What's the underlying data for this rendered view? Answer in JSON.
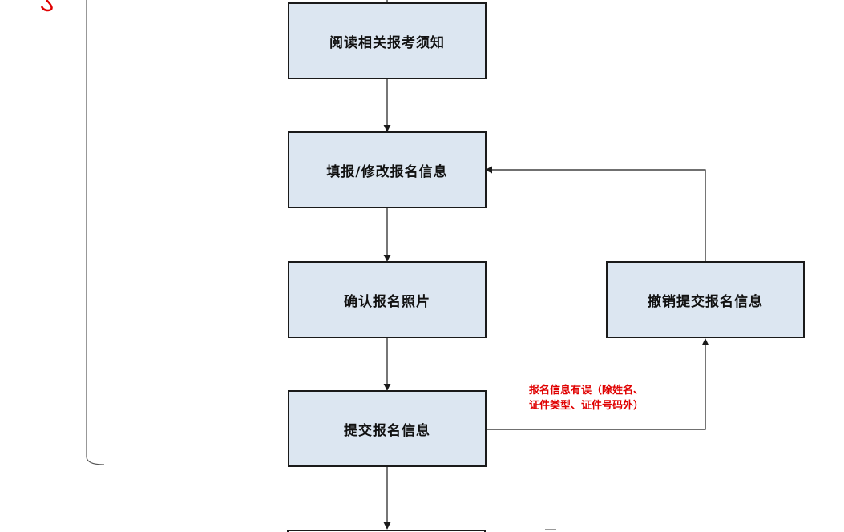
{
  "diagram": {
    "steps": {
      "read_notice": "阅读相关报考须知",
      "fill_modify": "填报/修改报名信息",
      "confirm_photo": "确认报名照片",
      "submit": "提交报名信息",
      "revoke": "撤销提交报名信息"
    },
    "annotation": {
      "line1": "报名信息有误（除姓名、",
      "line2": "证件类型、证件号码外）"
    },
    "colors": {
      "box_fill": "#dce6f1",
      "box_border": "#1a1a1a",
      "annotation_text": "#e00000",
      "marker": "#e00000"
    }
  }
}
